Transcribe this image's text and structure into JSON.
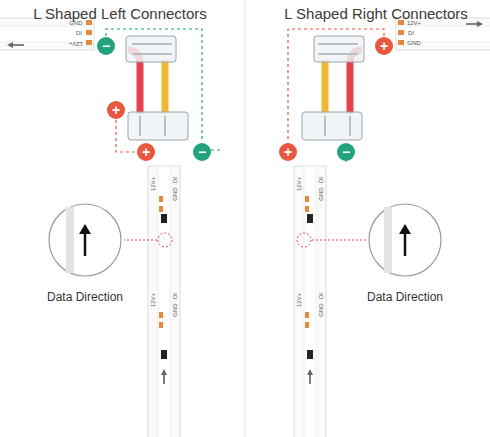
{
  "diagram": {
    "nodes": [
      {
        "text": [
          "−"
        ]
      },
      {
        "text": [
          "+"
        ]
      },
      {
        "text": [
          "+"
        ]
      },
      {
        "text": [
          "−"
        ]
      },
      {
        "text": [
          "+"
        ]
      },
      {
        "text": [
          "+"
        ]
      },
      {
        "text": [
          "−"
        ]
      }
    ],
    "edges": [
      {
        "from": 0,
        "to": 3,
        "arrow": "none"
      },
      {
        "from": 1,
        "to": 2,
        "arrow": "none"
      },
      {
        "from": 4,
        "to": 5,
        "arrow": "none"
      }
    ],
    "labels": [
      "L Shaped Left Connectors",
      "L Shaped Right Connectors",
      "GND",
      "DI",
      "12V+",
      "12V+",
      "DI",
      "GND",
      "12V+",
      "DI",
      "GND",
      "12V+",
      "DI",
      "GND",
      "12V+",
      "DI",
      "GND",
      "12V+",
      "DI",
      "GND",
      "Data Direction",
      "Data Direction"
    ]
  }
}
